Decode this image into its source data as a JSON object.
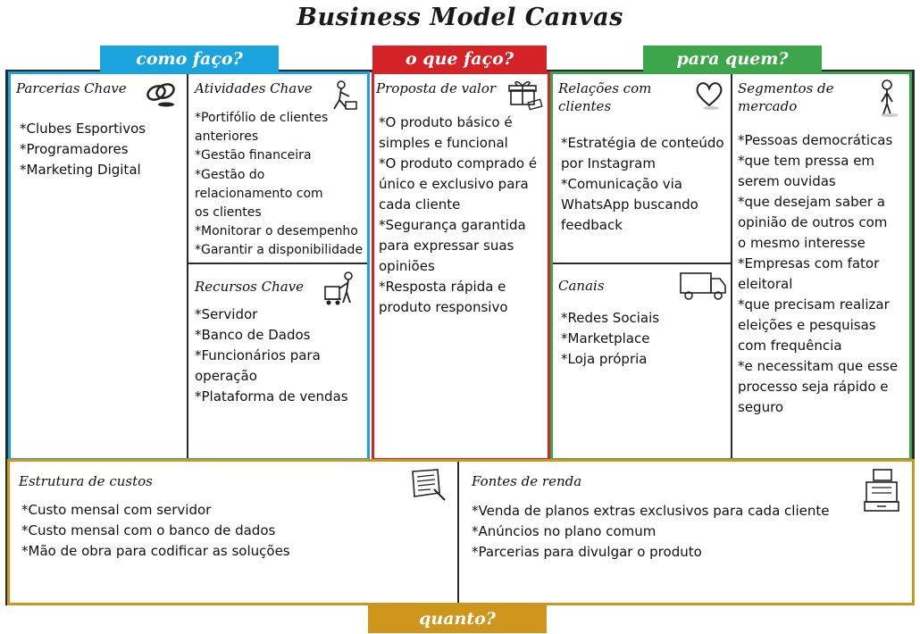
{
  "title": "Business Model Canvas",
  "tags": {
    "como": "como faço?",
    "que": "o que faço?",
    "para": "para quem?",
    "quanto": "quanto?"
  },
  "blocks": {
    "parcerias": {
      "title": "Parcerias Chave",
      "icon": "interlocked-rings-icon",
      "items": [
        "*Clubes Esportivos",
        "*Programadores",
        "*Marketing Digital"
      ]
    },
    "atividades": {
      "title": "Atividades Chave",
      "icon": "person-working-icon",
      "lines": [
        "*Portifólio de clientes",
        "anteriores",
        "*Gestão financeira",
        "*Gestão do",
        "relacionamento com",
        "os clientes",
        "*Monitorar o desempenho",
        "*Garantir a disponibilidade"
      ]
    },
    "recursos": {
      "title": "Recursos Chave",
      "icon": "worker-cart-icon",
      "lines": [
        "*Servidor",
        "*Banco de Dados",
        "*Funcionários para",
        "operação",
        "*Plataforma de vendas"
      ]
    },
    "proposta": {
      "title": "Proposta de valor",
      "icon": "gift-box-icon",
      "lines": [
        "*O produto básico é",
        "simples e funcional",
        "*O produto comprado é",
        "único e exclusivo para",
        "cada cliente",
        "*Segurança garantida",
        "para expressar suas",
        "opiniões",
        "*Resposta rápida e",
        "produto responsivo"
      ]
    },
    "relacoes": {
      "title_lines": [
        "Relações com",
        "clientes"
      ],
      "icon": "heart-icon",
      "lines": [
        "*Estratégia de conteúdo",
        "por Instagram",
        "*Comunicação via",
        "WhatsApp buscando",
        "feedback"
      ]
    },
    "canais": {
      "title": "Canais",
      "icon": "delivery-truck-icon",
      "lines": [
        "*Redes Sociais",
        "*Marketplace",
        "*Loja própria"
      ]
    },
    "segmentos": {
      "title_lines": [
        "Segmentos de",
        "mercado"
      ],
      "icon": "standing-person-icon",
      "lines": [
        "*Pessoas democráticas",
        "*que tem pressa em",
        "serem ouvidas",
        "*que desejam saber a",
        "opinião de outros com",
        "o mesmo interesse",
        "*Empresas com fator",
        "eleitoral",
        "*que precisam realizar",
        "eleições e pesquisas",
        "com frequência",
        "*e necessitam que esse",
        "processo seja rápido e",
        "seguro"
      ]
    },
    "custos": {
      "title": "Estrutura de custos",
      "icon": "receipt-document-icon",
      "lines": [
        "*Custo mensal com servidor",
        "*Custo mensal com o banco de dados",
        "*Mão de obra para codificar as soluções"
      ]
    },
    "renda": {
      "title": "Fontes de renda",
      "icon": "cash-register-icon",
      "lines": [
        "*Venda de planos extras exclusivos para cada cliente",
        "*Anúncios no plano comum",
        "*Parcerias para divulgar o produto"
      ]
    }
  }
}
